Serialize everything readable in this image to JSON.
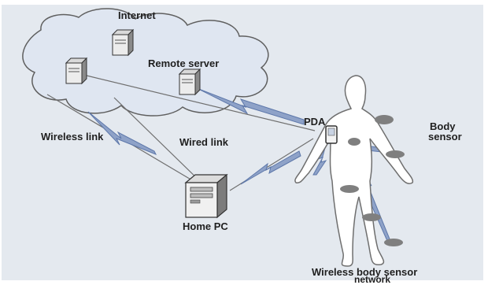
{
  "labels": {
    "internet": "Internet",
    "remote_server": "Remote server",
    "pda": "PDA",
    "body_sensor_line1": "Body",
    "body_sensor_line2": "sensor",
    "wireless_link": "Wireless link",
    "wired_link": "Wired link",
    "home_pc": "Home PC",
    "wbsn_line1": "Wireless body sensor",
    "wbsn_line2": "network"
  },
  "colors": {
    "background": "#e4e9ef",
    "cloud": "#dfe6f1",
    "lightning": "#8ea2c8",
    "body_fill": "#ffffff",
    "body_stroke": "#6f6f6f",
    "sensor": "#7f7f7f",
    "wire": "#6f6f6f"
  },
  "icons": {
    "server": "server-icon",
    "pc": "desktop-tower-icon",
    "pda": "handheld-device-icon",
    "sensor": "sensor-node-icon"
  }
}
